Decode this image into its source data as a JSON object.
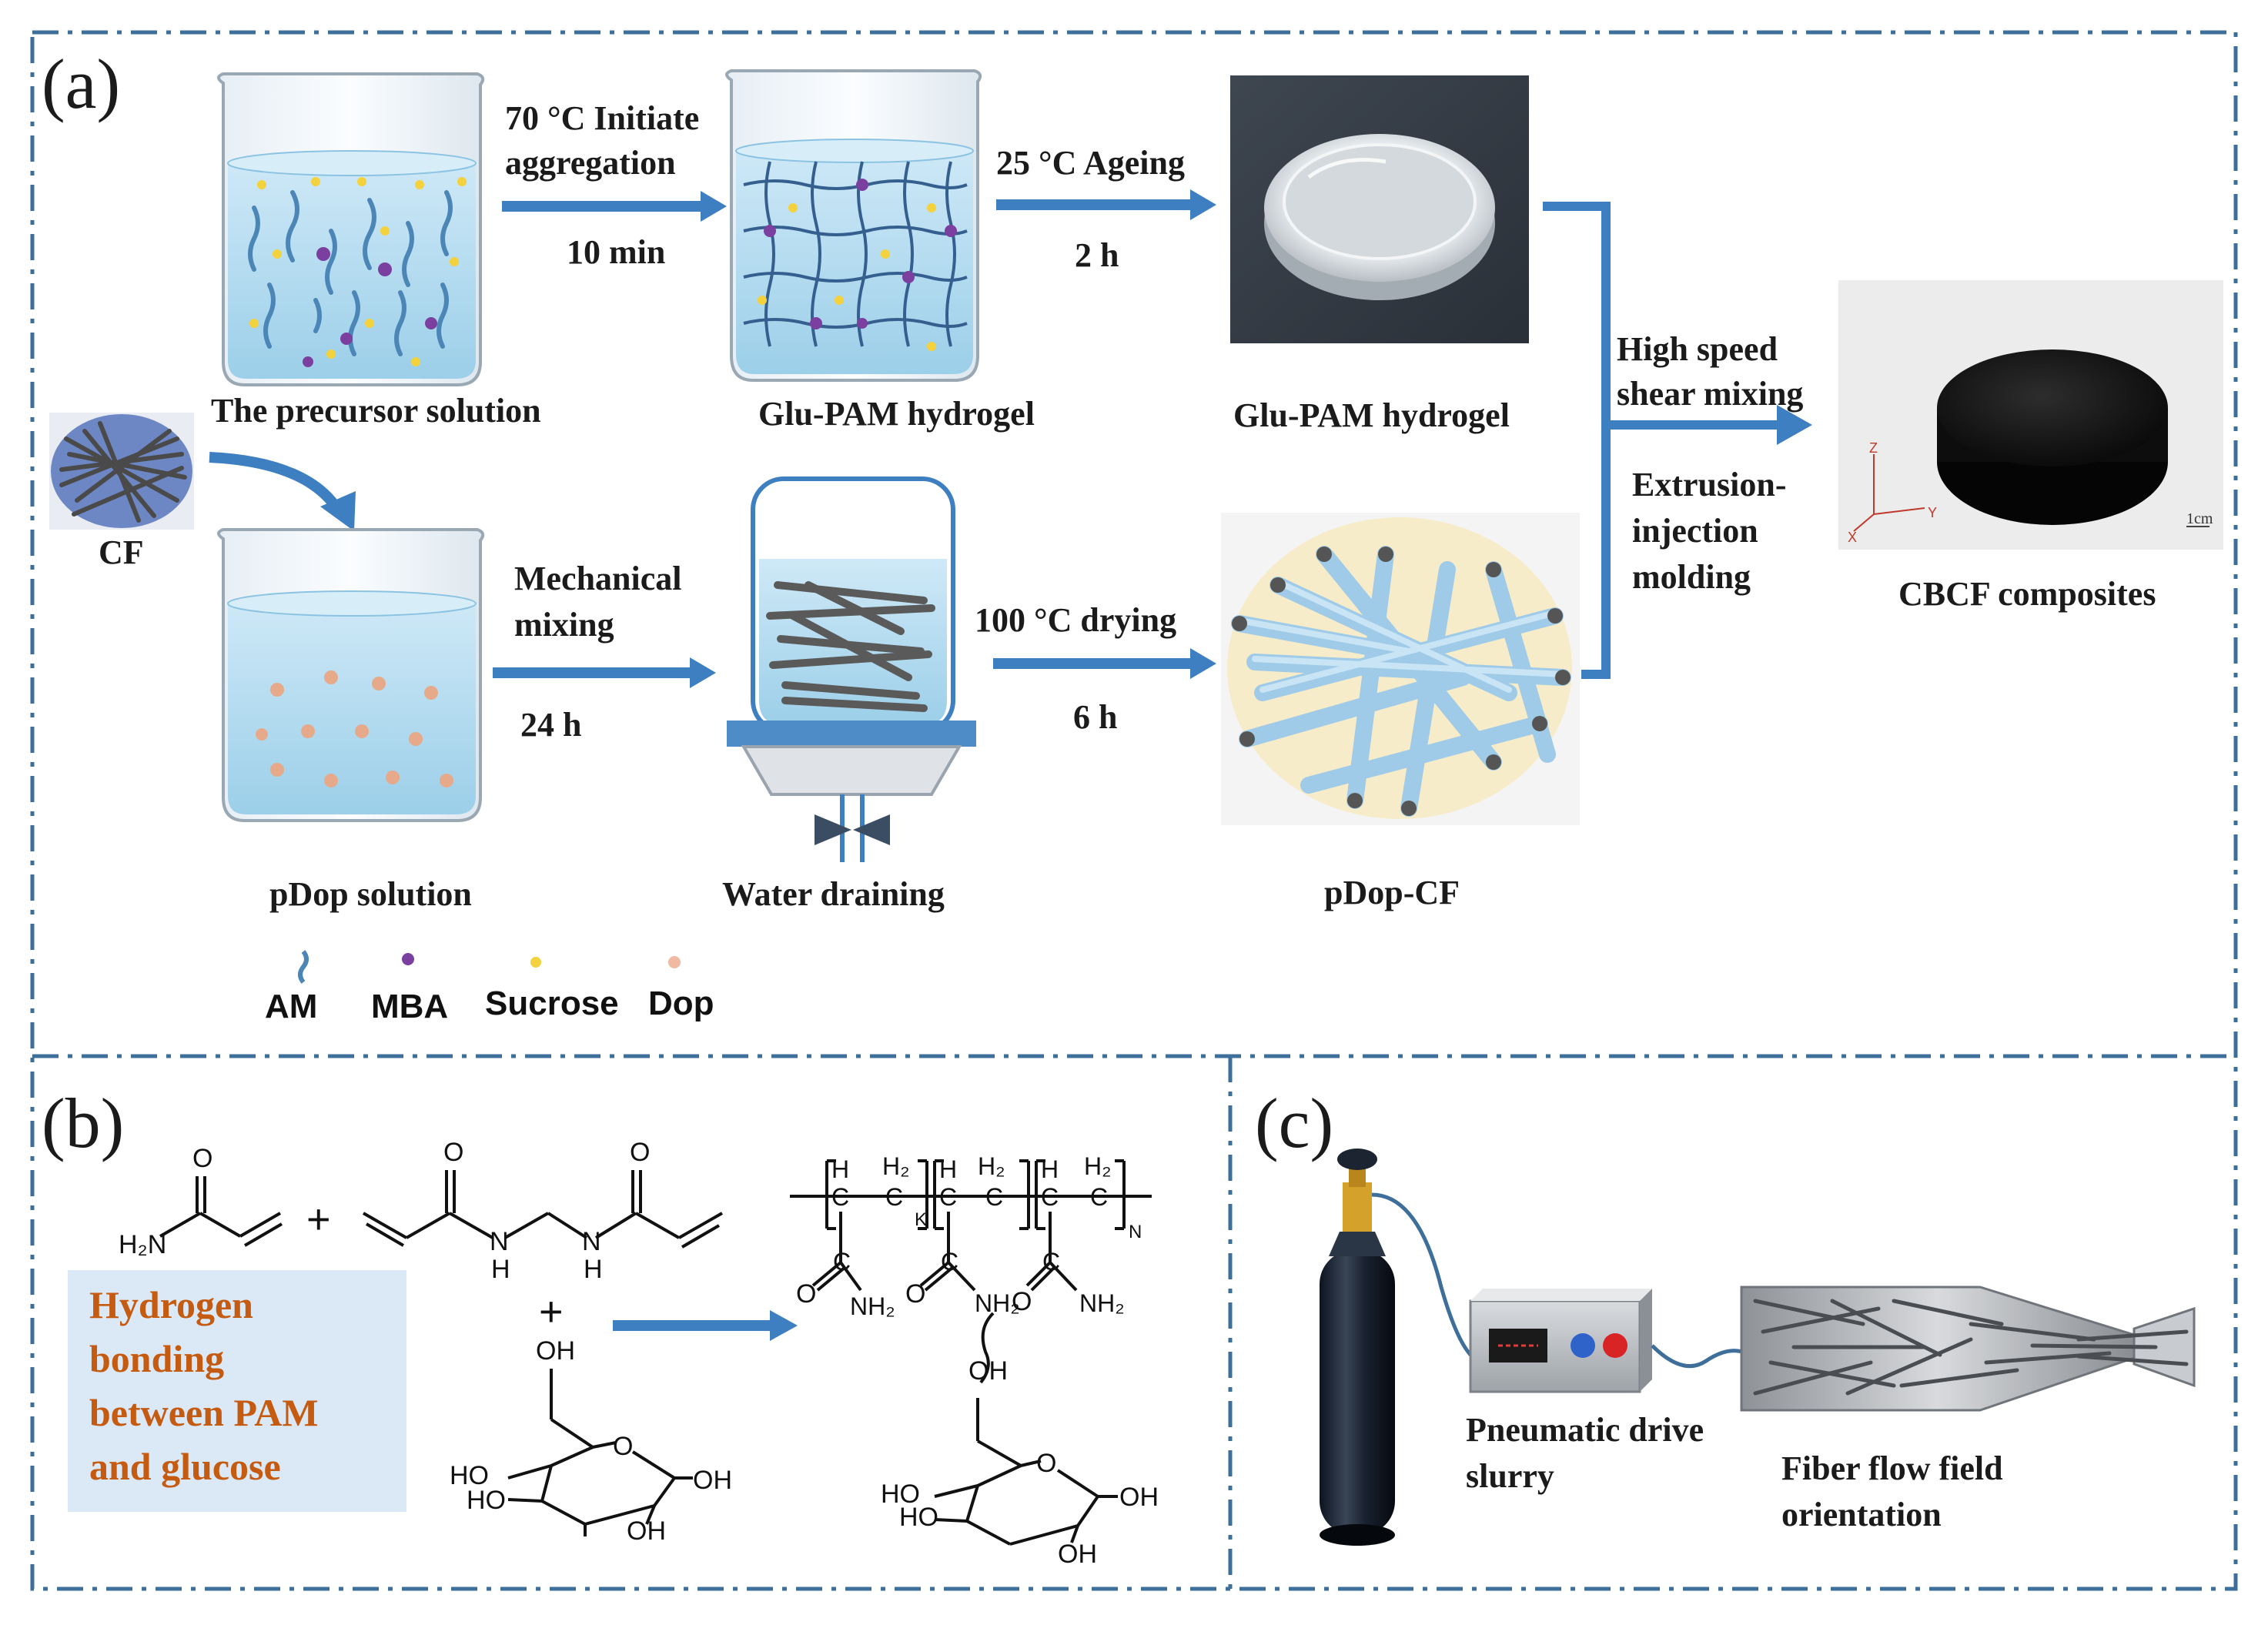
{
  "panels": {
    "a": "(a)",
    "b": "(b)",
    "c": "(c)"
  },
  "steps": {
    "step1_top": "70 °C Initiate",
    "step1_mid": "aggregation",
    "step1_time": "10 min",
    "step2_top": "25 °C Ageing",
    "step2_time": "2 h",
    "step3_top": "Mechanical",
    "step3_mid": "mixing",
    "step3_time": "24 h",
    "step4_top": "100 °C drying",
    "step4_time": "6 h",
    "merge_line1": "High speed",
    "merge_line2": "shear mixing",
    "merge_line3": "Extrusion-",
    "merge_line4": "injection",
    "merge_line5": "molding"
  },
  "captions": {
    "precursor": "The precursor solution",
    "glu_pam_1": "Glu-PAM hydrogel",
    "glu_pam_2": "Glu-PAM hydrogel",
    "cf": "CF",
    "pdop_solution": "pDop solution",
    "water_draining": "Water draining",
    "pdop_cf": "pDop-CF",
    "cbcf": "CBCF composites",
    "scale": "1cm",
    "axis_z": "Z",
    "axis_y": "Y",
    "axis_x": "X"
  },
  "legend": {
    "am": "AM",
    "mba": "MBA",
    "sucrose": "Sucrose",
    "dop": "Dop"
  },
  "chemistry": {
    "plus1": "+",
    "plus2": "+",
    "h2n": "H₂N",
    "o": "O",
    "nh": "N",
    "h": "H",
    "oh": "OH",
    "ho": "HO",
    "nh2": "NH₂",
    "c": "C",
    "h2": "H₂",
    "k": "K",
    "n": "N",
    "hbond_line1": "Hydrogen",
    "hbond_line2": "bonding",
    "hbond_line3": "between PAM",
    "hbond_line4": "and glucose"
  },
  "devices": {
    "pneumatic_line1": "Pneumatic drive",
    "pneumatic_line2": "slurry",
    "fiber_line1": "Fiber flow field",
    "fiber_line2": "orientation"
  },
  "colors": {
    "arrow": "#3d7fc1",
    "border": "#3d6f9a",
    "hb_box": "#dbe8f5",
    "hb_text": "#c55a11",
    "beaker_liquid": "#b7dcf0",
    "pdop_fill": "#f7ecc9",
    "fiber": "#b9dcf2"
  }
}
